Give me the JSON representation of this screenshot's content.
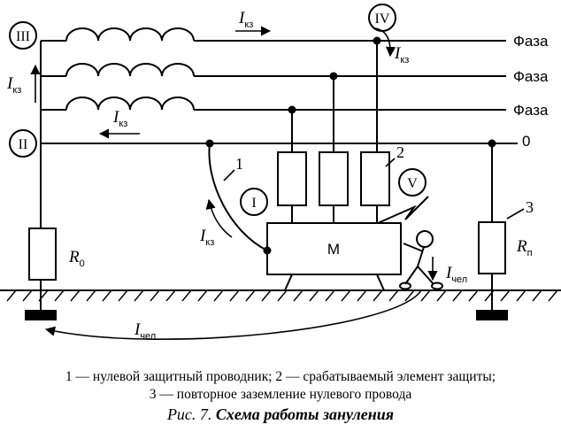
{
  "diagram": {
    "phase_label_1": "Фаза",
    "phase_label_2": "Фаза",
    "phase_label_3": "Фаза",
    "neutral_label": "0",
    "markers": {
      "m1": "I",
      "m2": "II",
      "m3": "III",
      "m4": "IV",
      "m5": "V"
    },
    "current_kz_main": "I",
    "current_kz_sub": "кз",
    "current_person_main": "I",
    "current_person_sub": "чел",
    "r0_main": "R",
    "r0_sub": "0",
    "rn_main": "R",
    "rn_sub": "п",
    "motor_label": "М",
    "callouts": {
      "c1": "1",
      "c2": "2",
      "c3": "3"
    }
  },
  "legend": {
    "line1": "1 — нулевой защитный проводник; 2 — срабатываемый элемент защиты;",
    "line2": "3 — повторное заземление нулевого провода"
  },
  "caption": {
    "prefix": "Рис. 7.",
    "title": "Схема работы зануления"
  }
}
